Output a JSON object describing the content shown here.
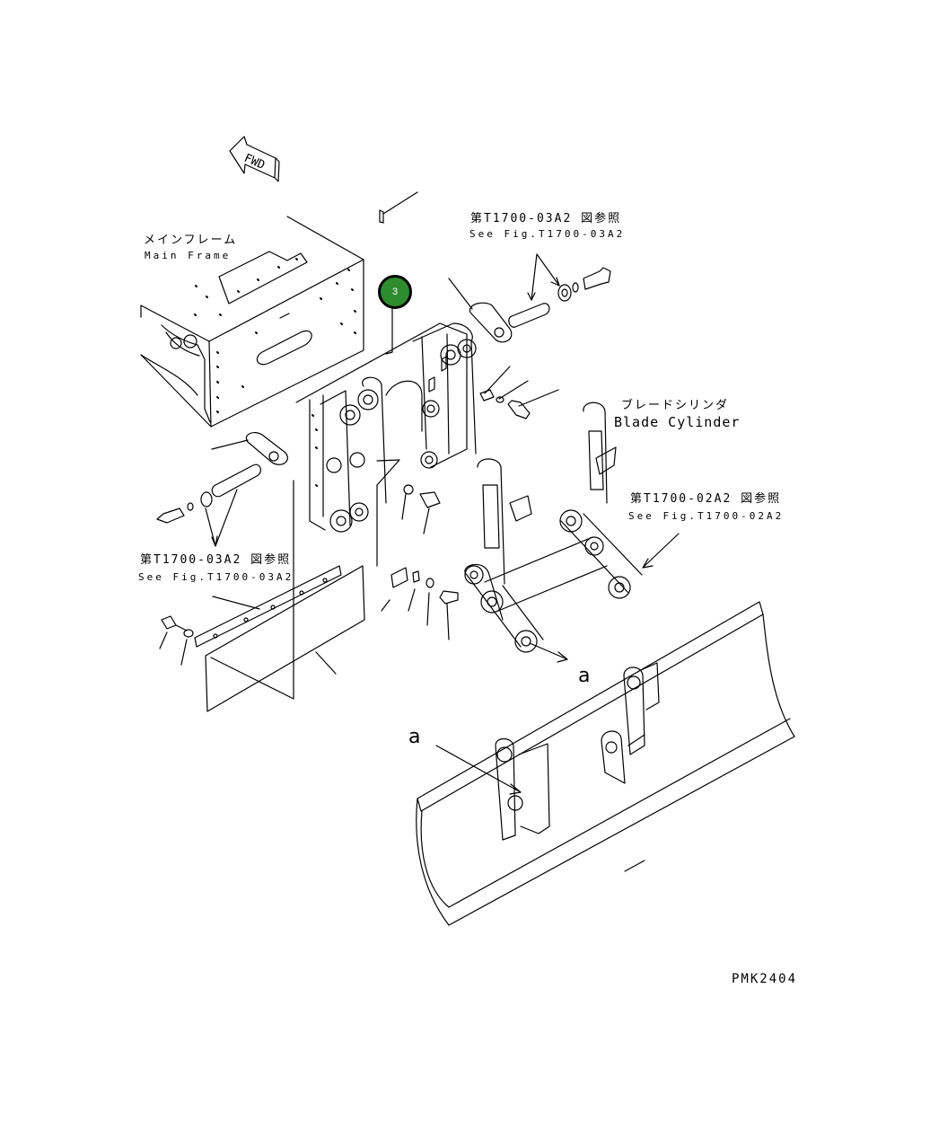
{
  "colors": {
    "ink": "#000000",
    "callout_fill": "#2e8b2e",
    "background": "#ffffff"
  },
  "fwd_arrow": {
    "label": "FWD"
  },
  "labels": {
    "main_frame_jp": "メインフレーム",
    "main_frame_en": "Main Frame",
    "see_fig_top_jp": "第T1700-03A2 図参照",
    "see_fig_top_en": "See Fig.T1700-03A2",
    "blade_cylinder_jp": "ブレードシリンダ",
    "blade_cylinder_en": "Blade Cylinder",
    "see_fig_right_jp": "第T1700-02A2 図参照",
    "see_fig_right_en": "See Fig.T1700-02A2",
    "see_fig_left_jp": "第T1700-03A2 図参照",
    "see_fig_left_en": "See Fig.T1700-03A2",
    "ref_a_right": "a",
    "ref_a_left": "a",
    "drawing_code": "PMK2404"
  },
  "callout": {
    "number": "3"
  }
}
